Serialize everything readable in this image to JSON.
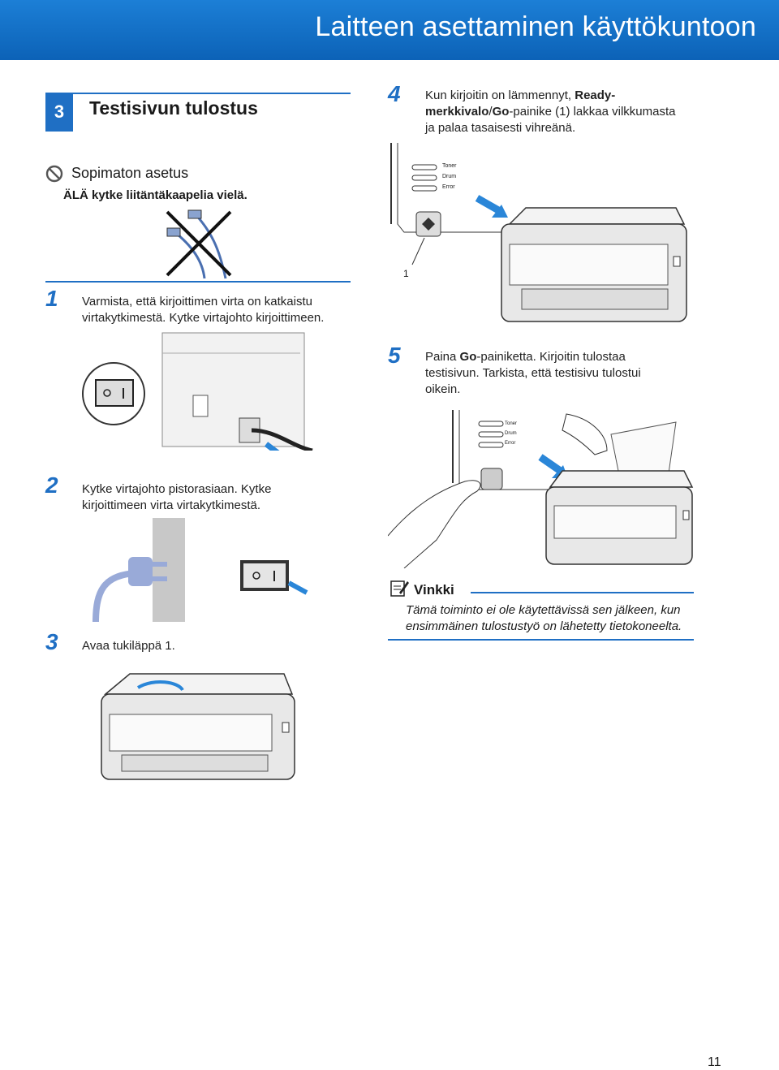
{
  "header": {
    "title": "Laitteen asettaminen käyttökuntoon"
  },
  "section": {
    "number": "3",
    "title": "Testisivun tulostus"
  },
  "warning": {
    "title": "Sopimaton asetus",
    "text": "ÄLÄ kytke liitäntäkaapelia vielä."
  },
  "steps": {
    "s1": {
      "num": "1",
      "text_line1": "Varmista, että kirjoittimen virta on katkaistu",
      "text_line2": "virtakytkimestä. Kytke virtajohto kirjoittimeen."
    },
    "s2": {
      "num": "2",
      "text_line1": "Kytke virtajohto pistorasiaan. Kytke",
      "text_line2": "kirjoittimeen virta virtakytkimestä."
    },
    "s3": {
      "num": "3",
      "text": "Avaa tukiläppä 1."
    },
    "s4": {
      "num": "4",
      "line1_pre": "Kun kirjoitin on lämmennyt, ",
      "line1_bold": "Ready-",
      "line2_bold1": "merkkivalo",
      "line2_sep": "/",
      "line2_bold2": "Go",
      "line2_rest": "-painike (1) lakkaa vilkkumasta",
      "line3": "ja palaa tasaisesti vihreänä."
    },
    "s5": {
      "num": "5",
      "line1_pre": "Paina ",
      "line1_bold": "Go",
      "line1_rest": "-painiketta. Kirjoitin tulostaa",
      "line2": "testisivun. Tarkista, että testisivu tulostui",
      "line3": "oikein."
    }
  },
  "panel_labels": {
    "toner": "Toner",
    "drum": "Drum",
    "error": "Error",
    "callout_1": "1"
  },
  "note": {
    "title": "Vinkki",
    "text": "Tämä toiminto ei ole käytettävissä sen jälkeen, kun ensimmäinen tulostustyö on lähetetty tietokoneelta."
  },
  "page_number": "11",
  "colors": {
    "brand_blue": "#1f6fc4",
    "arrow_blue": "#2a86d8"
  }
}
